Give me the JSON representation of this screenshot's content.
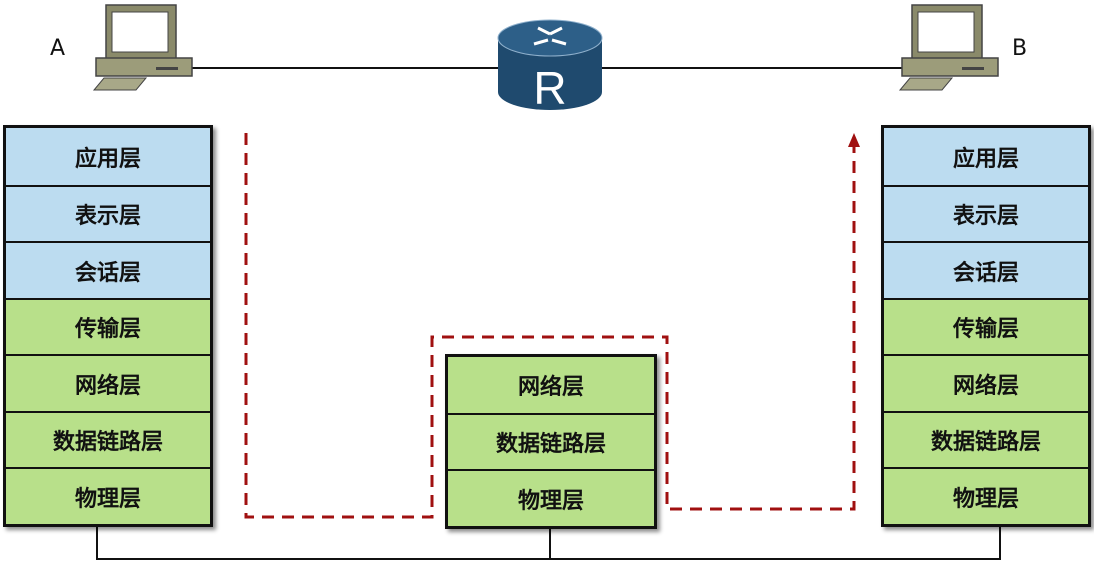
{
  "hosts": {
    "a": {
      "label": "A",
      "layers": [
        "应用层",
        "表示层",
        "会话层",
        "传输层",
        "网络层",
        "数据链路层",
        "物理层"
      ]
    },
    "b": {
      "label": "B",
      "layers": [
        "应用层",
        "表示层",
        "会话层",
        "传输层",
        "网络层",
        "数据链路层",
        "物理层"
      ]
    }
  },
  "router": {
    "label": "R",
    "layers": [
      "网络层",
      "数据链路层",
      "物理层"
    ]
  },
  "colors": {
    "upper_layer": "#bcdcf0",
    "lower_layer": "#b8e08a",
    "path": "#a01010",
    "router": "#1f4a6e"
  }
}
